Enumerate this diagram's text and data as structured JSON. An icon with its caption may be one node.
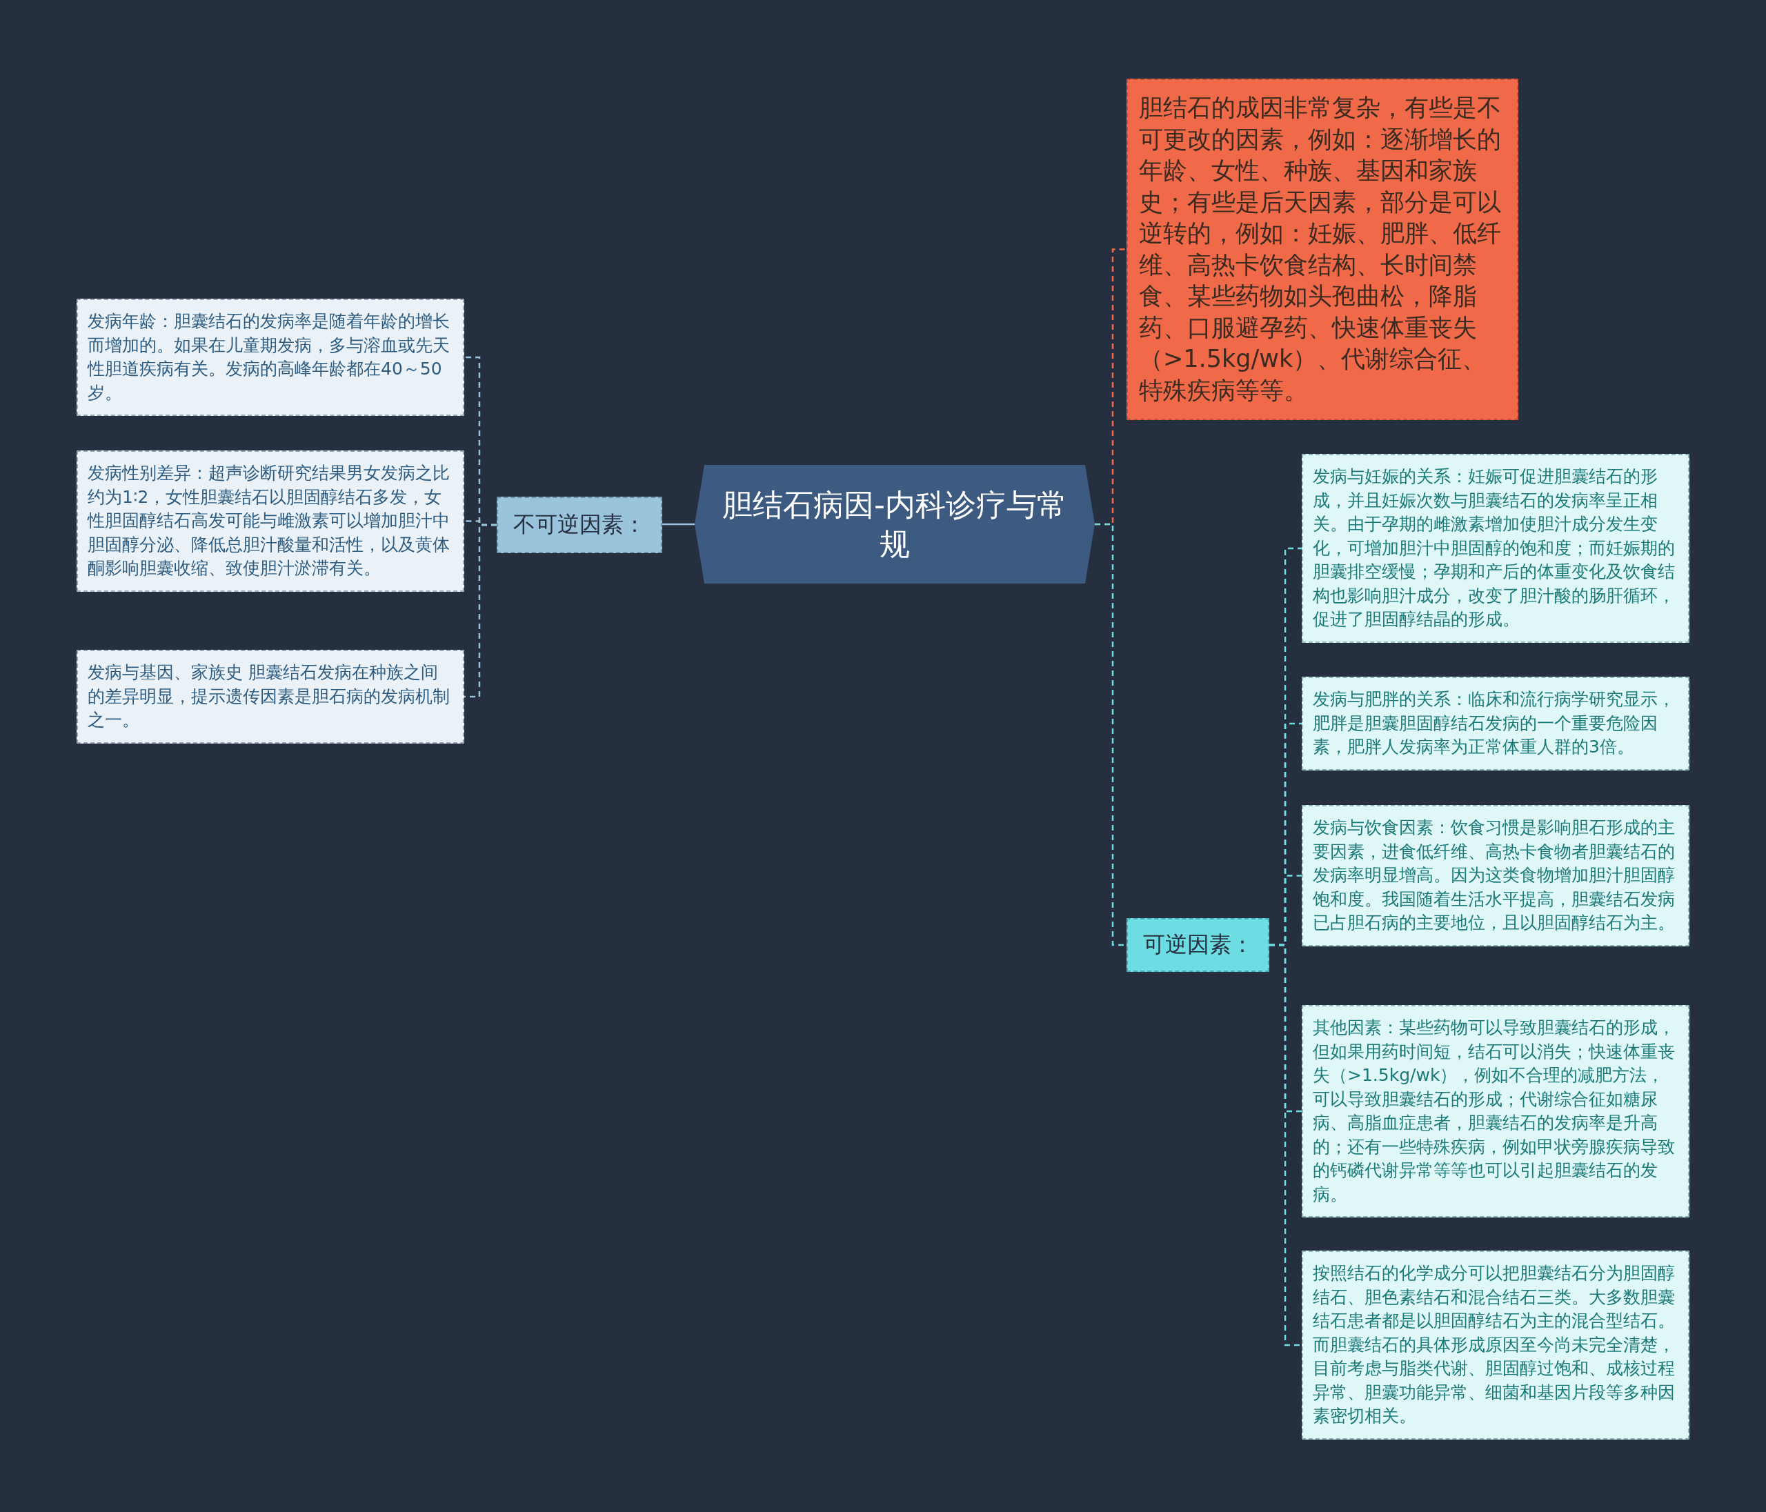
{
  "diagram": {
    "nodes": [
      {
        "text": [
          "胆结石病因-内科诊疗与常规"
        ]
      },
      {
        "text": [
          "不可逆因素："
        ]
      },
      {
        "text": [
          "发病年龄：胆囊结石的发病率是随着年龄的增长而增加的。如果在儿童期发病，多与溶血或先天性胆道疾病有关。发病的高峰年龄都在40～50岁。"
        ]
      },
      {
        "text": [
          "发病性别差异：超声诊断研究结果男女发病之比约为1∶2，女性胆囊结石以胆固醇结石多发，女性胆固醇结石高发可能与雌激素可以增加胆汁中胆固醇分泌、降低总胆汁酸量和活性，以及黄体酮影响胆囊收缩、致使胆汁淤滞有关。"
        ]
      },
      {
        "text": [
          "发病与基因、家族史 胆囊结石发病在种族之间的差异明显，提示遗传因素是胆石病的发病机制之一。"
        ]
      },
      {
        "text": [
          "胆结石的成因非常复杂，有些是不可更改的因素，例如：逐渐增长的年龄、女性、种族、基因和家族史；有些是后天因素，部分是可以逆转的，例如：妊娠、肥胖、低纤维、高热卡饮食结构、长时间禁食、某些药物如头孢曲松，降脂药、口服避孕药、快速体重丧失（>1.5kg/wk）、代谢综合征、特殊疾病等等。"
        ]
      },
      {
        "text": [
          "可逆因素："
        ]
      },
      {
        "text": [
          "发病与妊娠的关系：妊娠可促进胆囊结石的形成，并且妊娠次数与胆囊结石的发病率呈正相关。由于孕期的雌激素增加使胆汁成分发生变化，可增加胆汁中胆固醇的饱和度；而妊娠期的胆囊排空缓慢；孕期和产后的体重变化及饮食结构也影响胆汁成分，改变了胆汁酸的肠肝循环，促进了胆固醇结晶的形成。"
        ]
      },
      {
        "text": [
          "发病与肥胖的关系：临床和流行病学研究显示，肥胖是胆囊胆固醇结石发病的一个重要危险因素，肥胖人发病率为正常体重人群的3倍。"
        ]
      },
      {
        "text": [
          "发病与饮食因素：饮食习惯是影响胆石形成的主要因素，进食低纤维、高热卡食物者胆囊结石的发病率明显增高。因为这类食物增加胆汁胆固醇饱和度。我国随着生活水平提高，胆囊结石发病已占胆石病的主要地位，且以胆固醇结石为主。"
        ]
      },
      {
        "text": [
          "其他因素：某些药物可以导致胆囊结石的形成，但如果用药时间短，结石可以消失；快速体重丧失（>1.5kg/wk），例如不合理的减肥方法，可以导致胆囊结石的形成；代谢综合征如糖尿病、高脂血症患者，胆囊结石的发病率是升高的；还有一些特殊疾病，例如甲状旁腺疾病导致的钙磷代谢异常等等也可以引起胆囊结石的发病。"
        ]
      },
      {
        "text": [
          "按照结石的化学成分可以把胆囊结石分为胆固醇结石、胆色素结石和混合结石三类。大多数胆囊结石患者都是以胆固醇结石为主的混合型结石。而胆囊结石的具体形成原因至今尚未完全清楚，目前考虑与脂类代谢、胆固醇过饱和、成核过程异常、胆囊功能异常、细菌和基因片段等多种因素密切相关。"
        ]
      }
    ],
    "edges": [
      {
        "from": 0,
        "to": 1,
        "arrow": "none",
        "color": "#9ac3dc"
      },
      {
        "from": 1,
        "to": 2,
        "arrow": "none",
        "style": "dashed",
        "color": "#9ac3dc"
      },
      {
        "from": 1,
        "to": 3,
        "arrow": "none",
        "style": "dashed",
        "color": "#9ac3dc"
      },
      {
        "from": 1,
        "to": 4,
        "arrow": "none",
        "style": "dashed",
        "color": "#9ac3dc"
      },
      {
        "from": 0,
        "to": 5,
        "arrow": "none",
        "style": "dashed",
        "color": "#f06a4a"
      },
      {
        "from": 0,
        "to": 6,
        "arrow": "none",
        "style": "dashed",
        "color": "#6ddde3"
      },
      {
        "from": 6,
        "to": 7,
        "arrow": "none",
        "style": "dashed",
        "color": "#6ddde3"
      },
      {
        "from": 6,
        "to": 8,
        "arrow": "none",
        "style": "dashed",
        "color": "#6ddde3"
      },
      {
        "from": 6,
        "to": 9,
        "arrow": "none",
        "style": "dashed",
        "color": "#6ddde3"
      },
      {
        "from": 6,
        "to": 10,
        "arrow": "none",
        "style": "dashed",
        "color": "#6ddde3"
      },
      {
        "from": 6,
        "to": 11,
        "arrow": "none",
        "style": "dashed",
        "color": "#6ddde3"
      }
    ]
  }
}
